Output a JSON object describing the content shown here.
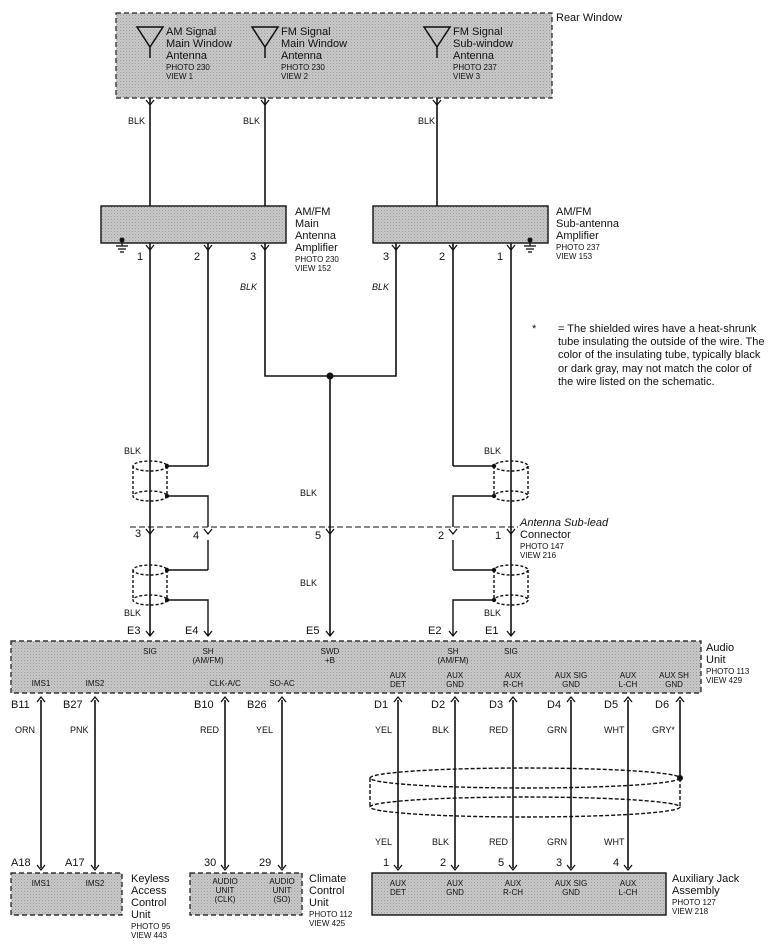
{
  "rear_window": {
    "title": "Rear Window",
    "antennas": [
      {
        "l1": "AM Signal",
        "l2": "Main Window",
        "l3": "Antenna",
        "photo": "PHOTO 230",
        "view": "VIEW 1"
      },
      {
        "l1": "FM Signal",
        "l2": "Main Window",
        "l3": "Antenna",
        "photo": "PHOTO 230",
        "view": "VIEW 2"
      },
      {
        "l1": "FM Signal",
        "l2": "Sub-window",
        "l3": "Antenna",
        "photo": "PHOTO 237",
        "view": "VIEW 3"
      }
    ]
  },
  "main_amp": {
    "l1": "AM/FM",
    "l2": "Main",
    "l3": "Antenna",
    "l4": "Amplifier",
    "photo": "PHOTO 230",
    "view": "VIEW 152"
  },
  "sub_amp": {
    "l1": "AM/FM",
    "l2": "Sub-antenna",
    "l3": "Amplifier",
    "photo": "PHOTO 237",
    "view": "VIEW 153"
  },
  "note": {
    "star": "*",
    "text": "= The shielded wires have a heat-shrunk tube insulating the outside of the wire.  The color of the insulating tube, typically black or dark gray, may not match the color of the wire listed on the schematic."
  },
  "sublead": {
    "l1": "Antenna Sub-lead",
    "l2": "Connector",
    "photo": "PHOTO 147",
    "view": "VIEW 216"
  },
  "audio_unit": {
    "l1": "Audio",
    "l2": "Unit",
    "photo": "PHOTO 113",
    "view": "VIEW 429",
    "top_labels": [
      {
        "a": "SIG",
        "b": ""
      },
      {
        "a": "SH",
        "b": "(AM/FM)"
      },
      {
        "a": "SWD",
        "b": "+B"
      },
      {
        "a": "SH",
        "b": "(AM/FM)"
      },
      {
        "a": "SIG",
        "b": ""
      }
    ],
    "bottom_labels": [
      {
        "a": "IMS1",
        "b": ""
      },
      {
        "a": "IMS2",
        "b": ""
      },
      {
        "a": "CLK-A/C",
        "b": ""
      },
      {
        "a": "SO-AC",
        "b": ""
      },
      {
        "a": "AUX",
        "b": "DET"
      },
      {
        "a": "AUX",
        "b": "GND"
      },
      {
        "a": "AUX",
        "b": "R-CH"
      },
      {
        "a": "AUX SIG",
        "b": "GND"
      },
      {
        "a": "AUX",
        "b": "L-CH"
      },
      {
        "a": "AUX SH",
        "b": "GND"
      }
    ]
  },
  "wires_top": [
    "BLK",
    "BLK",
    "BLK"
  ],
  "amp_pins": [
    "1",
    "2",
    "3",
    "3",
    "2",
    "1"
  ],
  "blk_mid": [
    "BLK",
    "BLK"
  ],
  "sublead_pins": [
    "3",
    "4",
    "5",
    "2",
    "1"
  ],
  "shield_blk": [
    "BLK",
    "BLK",
    "BLK",
    "BLK"
  ],
  "swd_blk": [
    "BLK",
    "BLK"
  ],
  "audio_top_pins": [
    "E3",
    "E4",
    "E5",
    "E2",
    "E1"
  ],
  "audio_bottom_pins": [
    "B11",
    "B27",
    "B10",
    "B26",
    "D1",
    "D2",
    "D3",
    "D4",
    "D5",
    "D6"
  ],
  "bottom_wire_colors": [
    "ORN",
    "PNK",
    "RED",
    "YEL",
    "YEL",
    "BLK",
    "RED",
    "GRN",
    "WHT",
    "GRY*"
  ],
  "aux_lower_colors": [
    "YEL",
    "BLK",
    "RED",
    "GRN",
    "WHT"
  ],
  "keyless": {
    "l1": "Keyless",
    "l2": "Access",
    "l3": "Control",
    "l4": "Unit",
    "photo": "PHOTO 95",
    "view": "VIEW 443",
    "pins": [
      "A18",
      "A17"
    ],
    "labels": [
      "IMS1",
      "IMS2"
    ]
  },
  "climate": {
    "l1": "Climate",
    "l2": "Control",
    "l3": "Unit",
    "photo": "PHOTO 112",
    "view": "VIEW 425",
    "pins": [
      "30",
      "29"
    ],
    "labels": [
      {
        "a": "AUDIO",
        "b": "UNIT",
        "c": "(CLK)"
      },
      {
        "a": "AUDIO",
        "b": "UNIT",
        "c": "(SO)"
      }
    ]
  },
  "aux_jack": {
    "l1": "Auxiliary Jack",
    "l2": "Assembly",
    "photo": "PHOTO 127",
    "view": "VIEW 218",
    "pins": [
      "1",
      "2",
      "5",
      "3",
      "4"
    ],
    "labels": [
      {
        "a": "AUX",
        "b": "DET"
      },
      {
        "a": "AUX",
        "b": "GND"
      },
      {
        "a": "AUX",
        "b": "R-CH"
      },
      {
        "a": "AUX SIG",
        "b": "GND"
      },
      {
        "a": "AUX",
        "b": "L-CH"
      }
    ]
  }
}
